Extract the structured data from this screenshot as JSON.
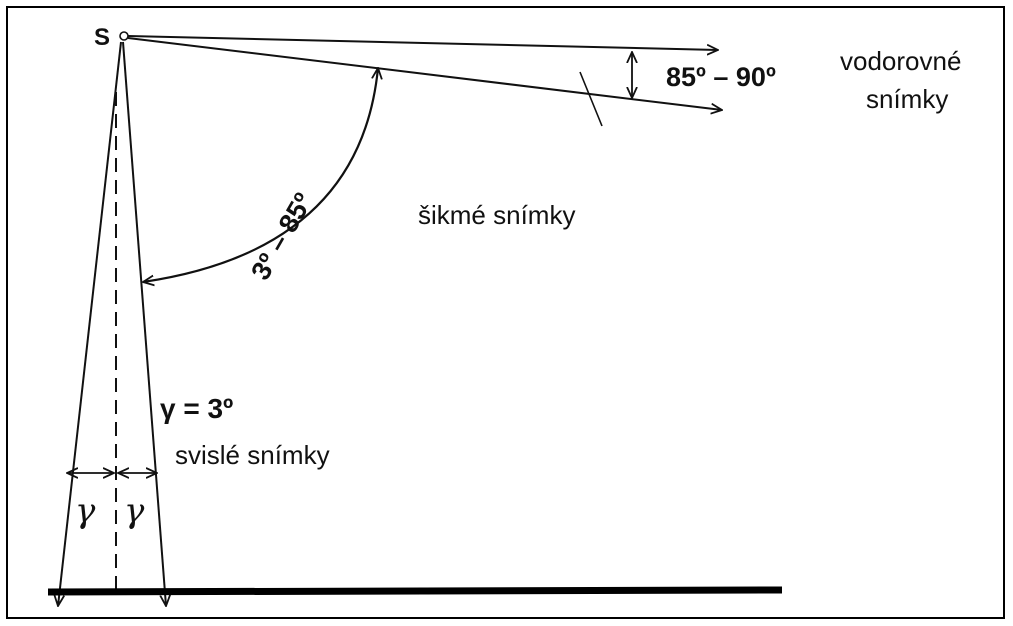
{
  "labels": {
    "point": "S",
    "horizontal_angle": "85º – 90º",
    "horizontal_type_line1": "vodorovné",
    "horizontal_type_line2": "snímky",
    "oblique_angle": "3º – 85º",
    "oblique_type": "šikmé snímky",
    "vertical_angle": "γ = 3º",
    "vertical_type": "svislé snímky",
    "gamma_left": "γ",
    "gamma_right": "γ"
  },
  "colors": {
    "line": "#111111",
    "frame": "#000000",
    "background": "#ffffff"
  }
}
